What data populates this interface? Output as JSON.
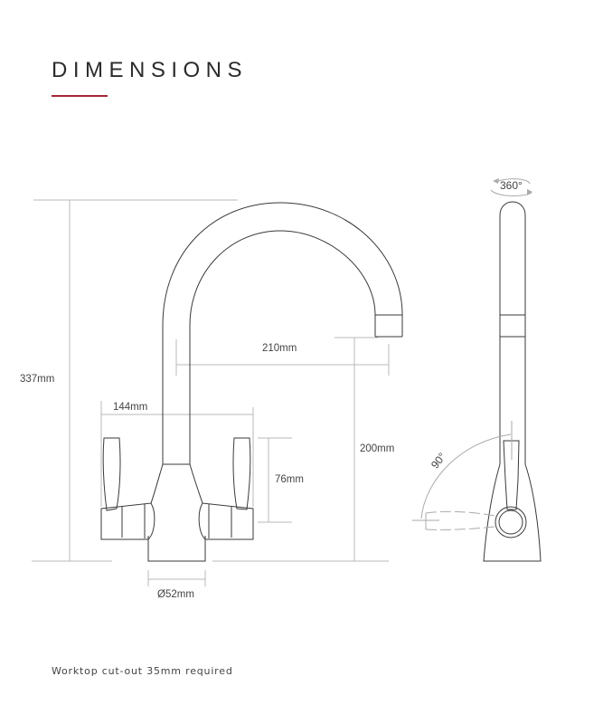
{
  "header": {
    "title": "DIMENSIONS",
    "accent_color": "#a3263a"
  },
  "dimensions": {
    "total_height": "337mm",
    "spout_reach": "210mm",
    "handle_span": "144mm",
    "handle_height": "76mm",
    "spout_height": "200mm",
    "base_diameter": "Ø52mm"
  },
  "side_view": {
    "rotation": "360°",
    "lever_angle": "90°"
  },
  "footer": {
    "note": "Worktop cut-out 35mm required"
  },
  "colors": {
    "outline": "#3a3a3a",
    "dimension_line": "#b5b5b5",
    "text": "#444444"
  }
}
